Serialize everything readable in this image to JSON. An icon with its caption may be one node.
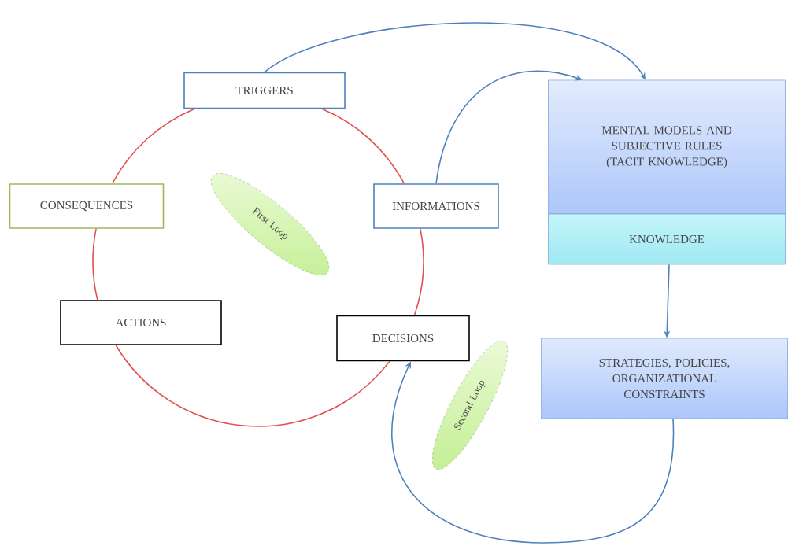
{
  "diagram": {
    "nodes": [
      {
        "text": [
          "TRIGGERS"
        ]
      },
      {
        "text": [
          "CONSEQUENCES"
        ]
      },
      {
        "text": [
          "INFORMATIONS"
        ]
      },
      {
        "text": [
          "First Loop"
        ]
      },
      {
        "text": [
          "MENTAL MODELS AND SUBJECTIVE RULES (TACIT KNOWLEDGE)"
        ]
      },
      {
        "text": [
          "KNOWLEDGE"
        ]
      },
      {
        "text": [
          "ACTIONS"
        ]
      },
      {
        "text": [
          "DECISIONS"
        ]
      },
      {
        "text": [
          "Second Loop"
        ]
      },
      {
        "text": [
          "STRATEGIES, POLICIES, ORGANIZATIONAL CONSTRAINTS"
        ]
      }
    ],
    "edges": [
      {
        "from": 0,
        "to": 2,
        "arrow": "none"
      },
      {
        "from": 2,
        "to": 7,
        "arrow": "none"
      },
      {
        "from": 7,
        "to": 6,
        "arrow": "none"
      },
      {
        "from": 6,
        "to": 1,
        "arrow": "none"
      },
      {
        "from": 1,
        "to": 0,
        "arrow": "none"
      },
      {
        "from": 0,
        "to": 4,
        "arrow": "to",
        "color": "#4f81bd"
      },
      {
        "from": 2,
        "to": 4,
        "arrow": "to",
        "color": "#4f81bd"
      },
      {
        "from": 5,
        "to": 9,
        "arrow": "to",
        "color": "#4f81bd"
      },
      {
        "from": 9,
        "to": 7,
        "arrow": "to",
        "color": "#4f81bd"
      }
    ]
  }
}
